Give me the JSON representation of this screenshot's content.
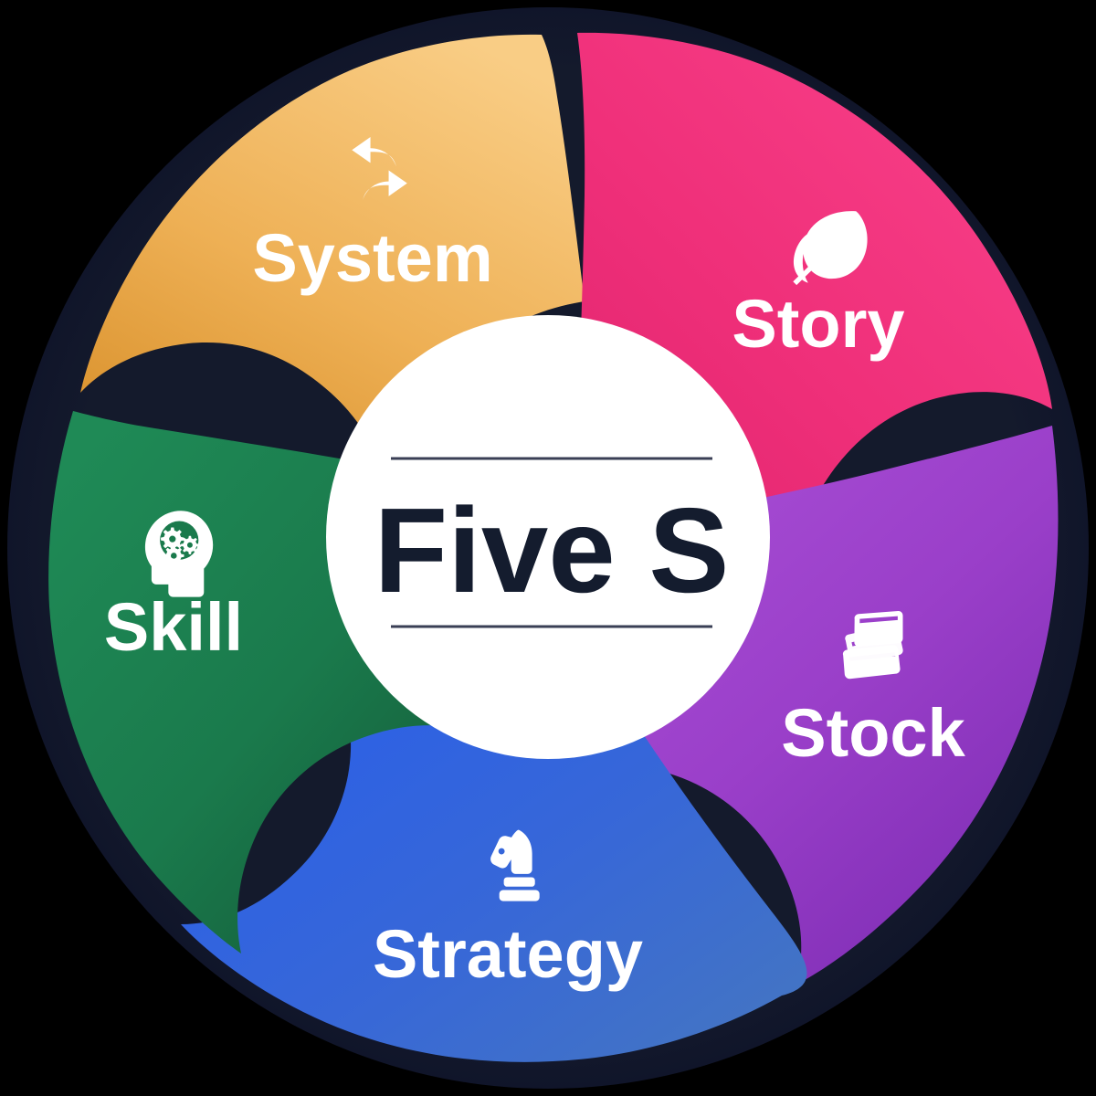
{
  "diagram": {
    "type": "five-petal-cycle-wheel",
    "center": {
      "title": "Five S",
      "title_color": "#141c2e",
      "background_color": "#ffffff",
      "rule_color": "#3a3f55"
    },
    "background_color": "#000000",
    "outline_color": "#141a2c",
    "segment_count": 5,
    "segments": [
      {
        "id": "system",
        "label": "System",
        "icon": "exchange-arrows-icon",
        "color_light": "#f7c578",
        "color_dark": "#dd9730",
        "position": "top-left"
      },
      {
        "id": "story",
        "label": "Story",
        "icon": "leaf-icon",
        "color_light": "#f7357f",
        "color_dark": "#d81e6a",
        "position": "top-right"
      },
      {
        "id": "stock",
        "label": "Stock",
        "icon": "books-stack-icon",
        "color_light": "#a855d6",
        "color_dark": "#7c2fb4",
        "position": "right"
      },
      {
        "id": "strategy",
        "label": "Strategy",
        "icon": "chess-knight-icon",
        "color_light": "#2f63e8",
        "color_dark": "#3f6fc4",
        "position": "bottom"
      },
      {
        "id": "skill",
        "label": "Skill",
        "icon": "head-gears-icon",
        "color_light": "#1f8a56",
        "color_dark": "#15603c",
        "position": "left"
      }
    ]
  }
}
